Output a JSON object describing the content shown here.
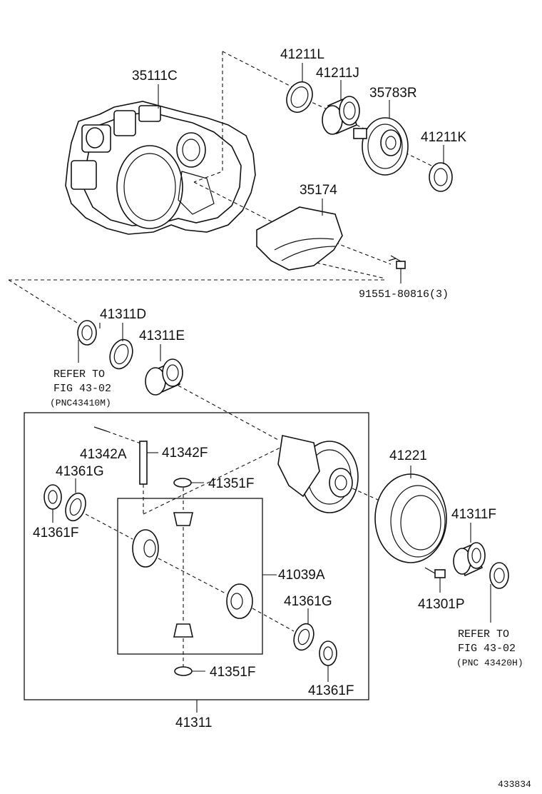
{
  "parts": {
    "p35111C": "35111C",
    "p41211L": "41211L",
    "p41211J": "41211J",
    "p35783R": "35783R",
    "p41211K": "41211K",
    "p35174": "35174",
    "p91551": "91551-80816(3)",
    "p41311D": "41311D",
    "p41311E": "41311E",
    "p41342A": "41342A",
    "p41342F": "41342F",
    "p41361G_top": "41361G",
    "p41361F_left": "41361F",
    "p41351F_top": "41351F",
    "p41221": "41221",
    "p41311F": "41311F",
    "p41039A": "41039A",
    "p41361G_bottom": "41361G",
    "p41301P": "41301P",
    "p41351F_bottom": "41351F",
    "p41361F_bottom": "41361F",
    "p41311": "41311"
  },
  "refs": {
    "left": {
      "line1": "REFER TO",
      "line2": "FIG 43-02",
      "line3": "(PNC43410M)"
    },
    "right": {
      "line1": "REFER TO",
      "line2": "FIG 43-02",
      "line3": "(PNC 43420H)"
    }
  },
  "figure_id": "433834"
}
